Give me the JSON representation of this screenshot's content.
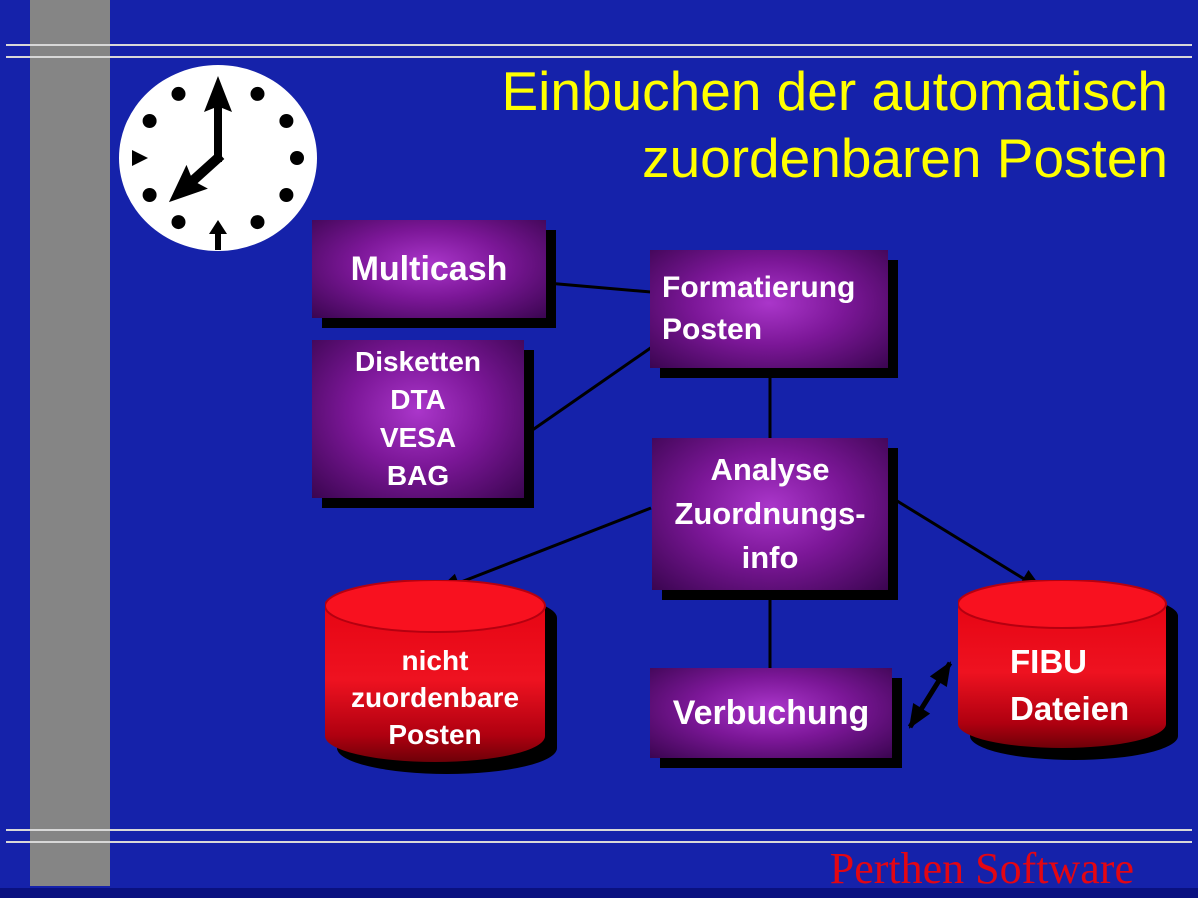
{
  "title": {
    "line1": "Einbuchen der automatisch",
    "line2": "zuordenbaren Posten"
  },
  "footer": {
    "brand": "Perthen Software"
  },
  "nodes": {
    "multicash": {
      "label": "Multicash"
    },
    "disketten": {
      "lines": [
        "Disketten",
        "DTA",
        "VESA",
        "BAG"
      ]
    },
    "formatierung": {
      "lines": [
        "Formatierung",
        "Posten"
      ]
    },
    "analyse": {
      "lines": [
        "Analyse",
        "Zuordnungs-",
        "info"
      ]
    },
    "verbuchung": {
      "label": "Verbuchung"
    },
    "nicht_posten": {
      "lines": [
        "nicht",
        "zuordenbare",
        "Posten"
      ]
    },
    "fibu": {
      "lines": [
        "FIBU",
        "Dateien"
      ]
    }
  },
  "icons": {
    "clock": "clock-icon"
  },
  "colors": {
    "background": "#1522aa",
    "sidebar_gray": "#858585",
    "box_purple": "#7c1798",
    "cylinder_red": "#e8000d",
    "title_yellow": "#ffff00",
    "footer_red": "#e30613",
    "shadow": "#000000",
    "node_text": "#ffffff"
  }
}
